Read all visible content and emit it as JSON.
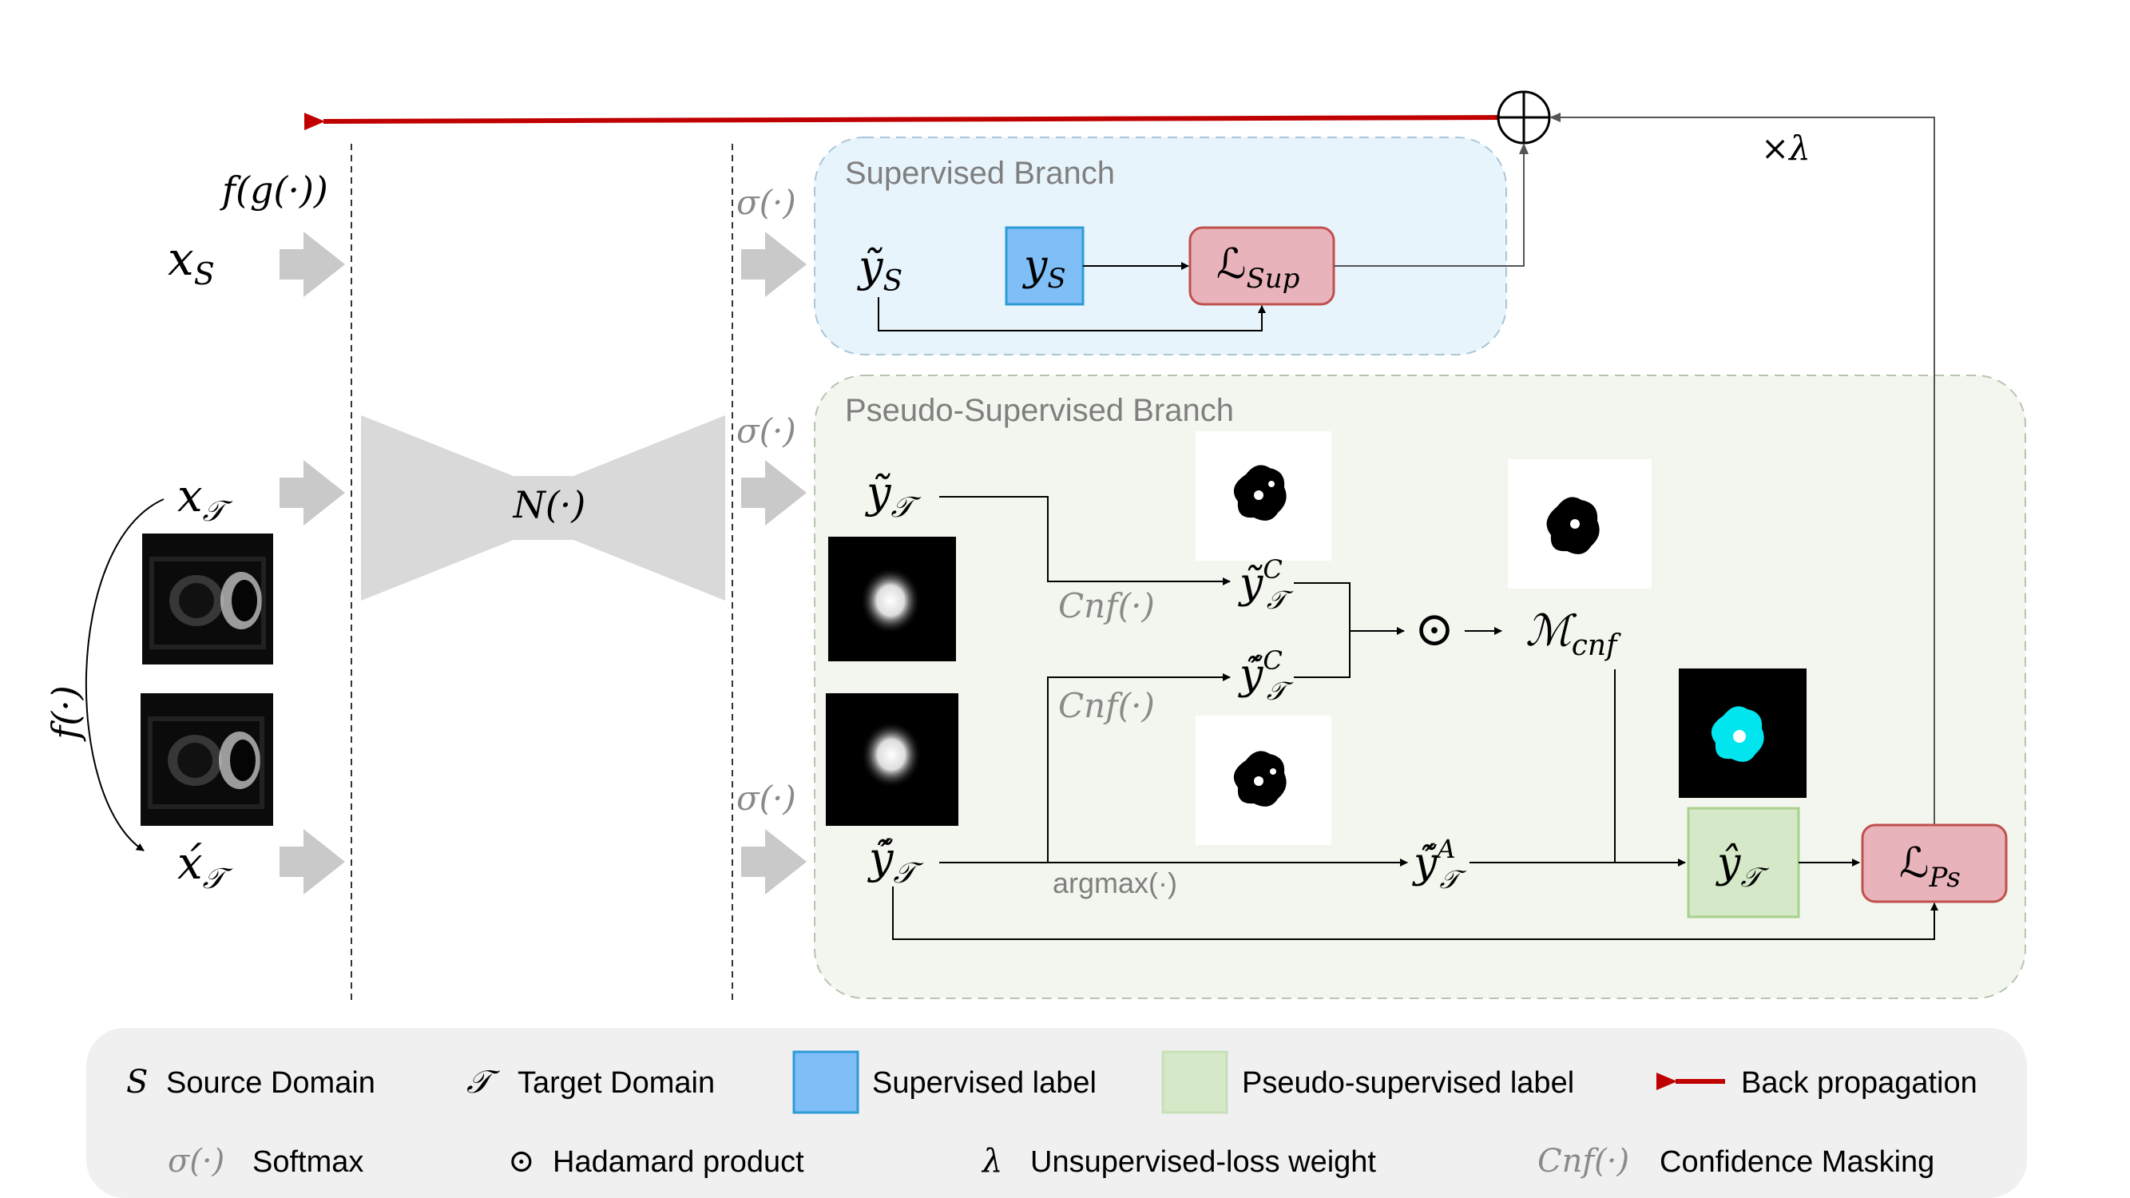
{
  "branches": {
    "supervised": "Supervised Branch",
    "pseudo": "Pseudo-Supervised Branch"
  },
  "inputs": {
    "xs_main": "x",
    "xs_sub": "S",
    "xt_main": "x",
    "xt_sub": "𝒯",
    "xtp_main": "x́",
    "xtp_sub": "𝒯"
  },
  "ops": {
    "fg": "f(g(·))",
    "f": "f(·)",
    "net": "N(·)",
    "softmax": "σ(·)",
    "cnf": "Cnf(·)",
    "argmax": "argmax(·)",
    "hadamard": "⊙",
    "lambda": "×λ",
    "plus": "⊕"
  },
  "nodes": {
    "ys_tilde_main": "ỹ",
    "ys_tilde_sub": "S",
    "ys_main": "y",
    "ys_sub": "S",
    "lsup_main": "ℒ",
    "lsup_sub": "Sup",
    "yt_tilde_main": "ỹ",
    "yt_tilde_sub": "𝒯",
    "ytc_main": "ỹ",
    "ytc_sup": "C",
    "ytc_sub": "𝒯",
    "ytpc_main": "ỹ́",
    "ytpc_sup": "C",
    "ytpc_sub": "𝒯",
    "ytp_tilde_main": "ỹ́",
    "ytp_tilde_sub": "𝒯",
    "ytpa_main": "ỹ́",
    "ytpa_sup": "A",
    "ytpa_sub": "𝒯",
    "mcnf_main": "ℳ",
    "mcnf_sub": "cnf",
    "yhat_main": "ŷ",
    "yhat_sub": "𝒯",
    "lps_main": "ℒ",
    "lps_sub": "Ps"
  },
  "legend": {
    "s_symbol": "S",
    "s_label": "Source Domain",
    "t_symbol": "𝒯",
    "t_label": "Target Domain",
    "sup_label": "Supervised label",
    "pseudo_label": "Pseudo-supervised label",
    "bp_label": "Back propagation",
    "softmax_symbol": "σ(·)",
    "softmax_label": "Softmax",
    "had_symbol": "⊙",
    "had_label": "Hadamard product",
    "lambda_symbol": "λ",
    "lambda_label": "Unsupervised-loss weight",
    "cnf_symbol": "Cnf(·)",
    "cnf_label": "Confidence Masking"
  },
  "colors": {
    "backprop": "#c00000",
    "supervised_fill": "#7fbef6",
    "supervised_bg": "#e8f4fc",
    "pseudo_fill": "#d5e8c8",
    "pseudo_bg": "#f2f6ee",
    "loss_fill": "#e9b3bb",
    "loss_stroke": "#c0504d",
    "cyan_lesion": "#00e5ee",
    "grey_arrow": "#c9c9c9"
  }
}
